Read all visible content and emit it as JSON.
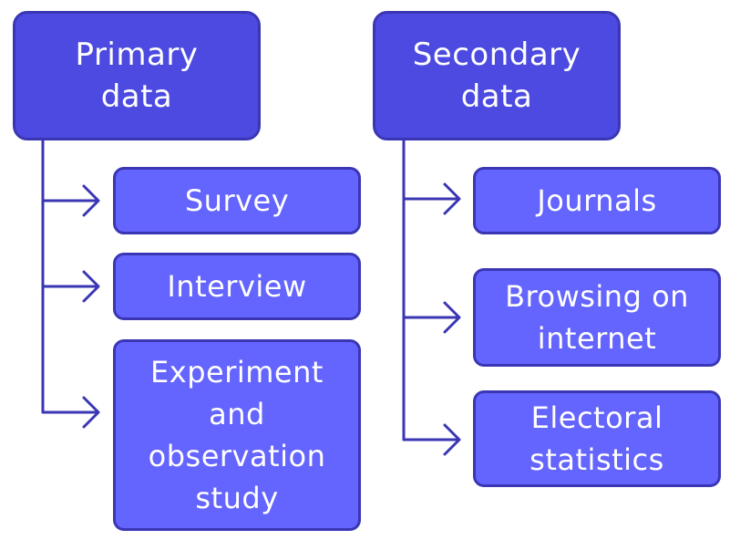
{
  "colors": {
    "root_fill": "#4c4ae0",
    "child_fill": "#6464ff",
    "border": "#3a36b4",
    "text": "#ffffff",
    "connector": "#3a36b4"
  },
  "primary": {
    "label": "Primary\ndata",
    "children": [
      "Survey",
      "Interview",
      "Experiment\nand\nobservation\nstudy"
    ]
  },
  "secondary": {
    "label": "Secondary\ndata",
    "children": [
      "Journals",
      "Browsing on\ninternet",
      "Electoral\nstatistics"
    ]
  }
}
